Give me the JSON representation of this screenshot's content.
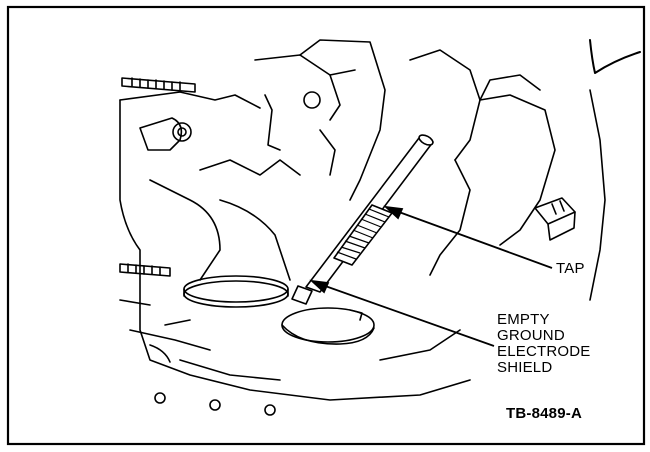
{
  "callouts": {
    "tap": "TAP",
    "shield_lines": [
      "EMPTY",
      "GROUND",
      "ELECTRODE",
      "SHIELD"
    ]
  },
  "figure_id": "TB-8489-A",
  "colors": {
    "line": "#000000",
    "background": "#ffffff"
  }
}
